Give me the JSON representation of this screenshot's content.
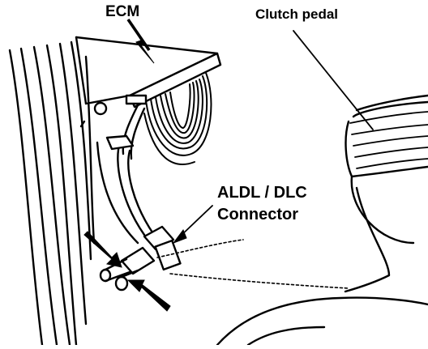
{
  "labels": {
    "ecm": "ECM",
    "clutch_pedal": "Clutch pedal",
    "aldl_line1": "ALDL / DLC",
    "aldl_line2": "Connector"
  }
}
